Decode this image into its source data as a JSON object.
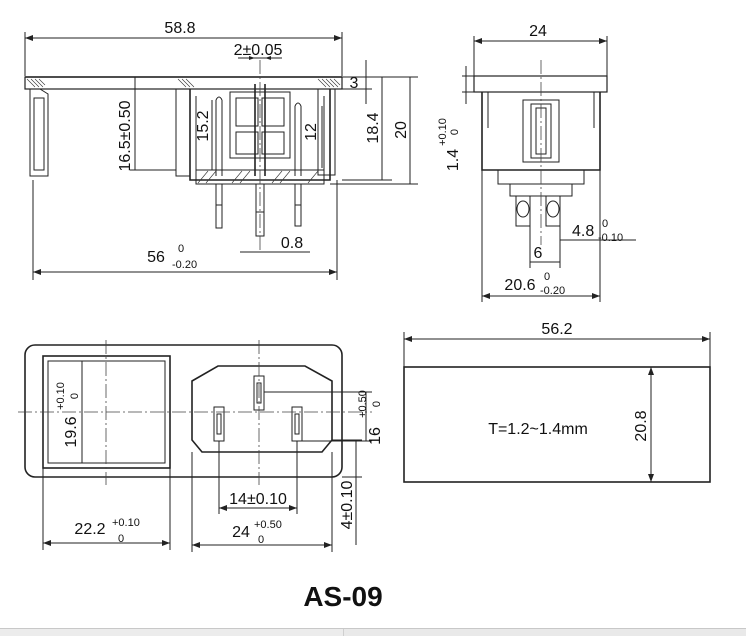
{
  "title": "AS-09",
  "dims": {
    "top_width": "58.8",
    "pin_pitch": "2±0.05",
    "h_16_5": "16.5±0.50",
    "h_15_2": "15.2",
    "h_3": "3",
    "h_18_4": "18.4",
    "h_20": "20",
    "h_12": "12",
    "bottom_56": "56",
    "bottom_56_tol_top": "0",
    "bottom_56_tol_bot": "-0.20",
    "pin_08": "0.8",
    "side_24": "24",
    "side_14": "1.4",
    "side_14_tol_top": "+0.10",
    "side_14_tol_bot": "0",
    "side_48": "4.8",
    "side_48_tol_top": "0",
    "side_48_tol_bot": "-0.10",
    "side_6": "6",
    "side_206": "20.6",
    "side_206_tol_top": "0",
    "side_206_tol_bot": "-0.20",
    "front_196": "19.6",
    "front_196_tol_top": "+0.10",
    "front_196_tol_bot": "0",
    "front_222": "22.2",
    "front_222_tol_top": "+0.10",
    "front_222_tol_bot": "0",
    "front_14": "14±0.10",
    "front_24": "24",
    "front_24_tol_top": "+0.50",
    "front_24_tol_bot": "0",
    "front_16": "16",
    "front_16_tol_top": "+0.50",
    "front_16_tol_bot": "0",
    "front_4": "4±0.10",
    "plate_562": "56.2",
    "plate_208": "20.8",
    "plate_thickness": "T=1.2~1.4mm"
  }
}
